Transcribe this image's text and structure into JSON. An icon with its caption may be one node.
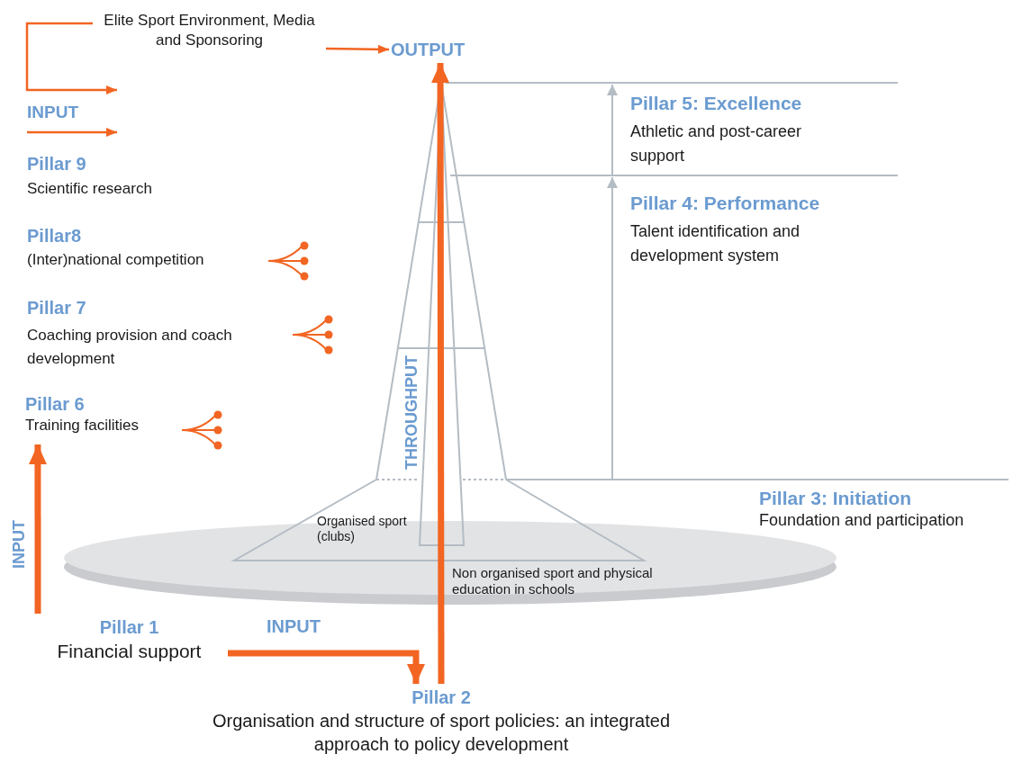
{
  "diagram": {
    "nodes": [
      {
        "text": [
          "Elite Sport Environment, Media and Sponsoring"
        ]
      },
      {
        "text": [
          "OUTPUT"
        ]
      },
      {
        "text": [
          "Pillar 6",
          "Training facilities"
        ]
      },
      {
        "text": [
          "Organised sport (clubs)"
        ]
      },
      {
        "text": [
          "Non organised sport and physical education in schools"
        ]
      },
      {
        "text": [
          "Pillar 1",
          "Financial support"
        ]
      },
      {
        "text": [
          "Pillar 2",
          "Organisation and structure of sport policies: an integrated approach to policy development"
        ]
      }
    ],
    "edges": [
      {
        "from": 0,
        "to": 1,
        "arrow": "to"
      },
      {
        "from": 0,
        "to": null,
        "arrow": "to"
      },
      {
        "from": 5,
        "to": 2,
        "arrow": "to",
        "label": "INPUT"
      },
      {
        "from": 5,
        "to": 6,
        "arrow": "to",
        "label": "INPUT"
      },
      {
        "from": 6,
        "to": 1,
        "arrow": "to",
        "label": "THROUGHPUT"
      }
    ],
    "labels": [
      "INPUT",
      "Pillar 5: Excellence",
      "Athletic and post-career support",
      "Pillar 9",
      "Scientific research",
      "Pillar 4: Performance",
      "Talent identification and development system",
      "Pillar8",
      "(Inter)national competition",
      "Pillar 7",
      "Coaching provision and coach development",
      "Pillar 3: Initiation",
      "Foundation and participation"
    ]
  }
}
